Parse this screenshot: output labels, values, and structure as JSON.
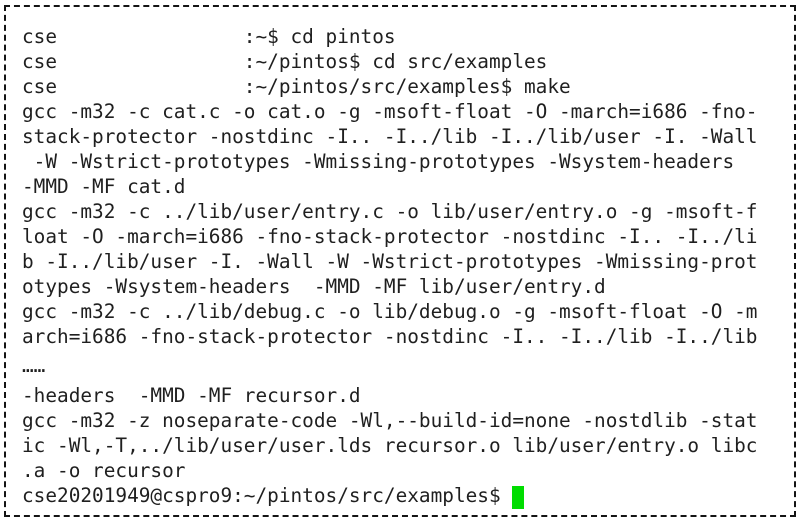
{
  "terminal": {
    "colors": {
      "background": "#ffffff",
      "border": "#141414",
      "text": "#1f1f1f",
      "cursor": "#00dd00"
    },
    "ellipsis_line_index": 13,
    "ellipsis_text": "……",
    "lines": [
      "cse                :~$ cd pintos",
      "cse                :~/pintos$ cd src/examples",
      "cse                :~/pintos/src/examples$ make",
      "gcc -m32 -c cat.c -o cat.o -g -msoft-float -O -march=i686 -fno-",
      "stack-protector -nostdinc -I.. -I../lib -I../lib/user -I. -Wall",
      " -W -Wstrict-prototypes -Wmissing-prototypes -Wsystem-headers",
      "-MMD -MF cat.d",
      "gcc -m32 -c ../lib/user/entry.c -o lib/user/entry.o -g -msoft-f",
      "loat -O -march=i686 -fno-stack-protector -nostdinc -I.. -I../li",
      "b -I../lib/user -I. -Wall -W -Wstrict-prototypes -Wmissing-prot",
      "otypes -Wsystem-headers  -MMD -MF lib/user/entry.d",
      "gcc -m32 -c ../lib/debug.c -o lib/debug.o -g -msoft-float -O -m",
      "arch=i686 -fno-stack-protector -nostdinc -I.. -I../lib -I../lib",
      "……",
      "-headers  -MMD -MF recursor.d",
      "gcc -m32 -z noseparate-code -Wl,--build-id=none -nostdlib -stat",
      "ic -Wl,-T,../lib/user/user.lds recursor.o lib/user/entry.o libc",
      ".a -o recursor"
    ],
    "prompt": "cse20201949@cspro9:~/pintos/src/examples$ "
  }
}
